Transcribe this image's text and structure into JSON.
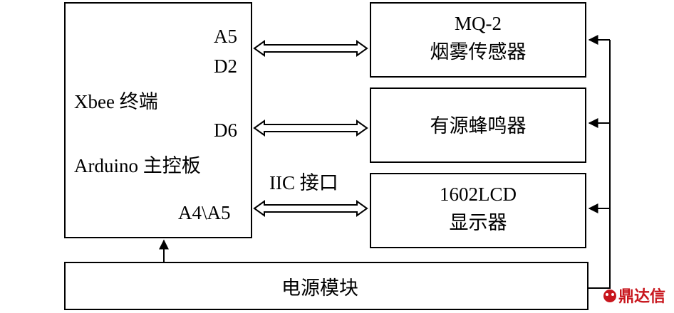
{
  "controller": {
    "line1": "Xbee 终端",
    "line2": "Arduino 主控板",
    "pins": {
      "a5": "A5",
      "d2": "D2",
      "d6": "D6",
      "a4a5": "A4\\A5"
    }
  },
  "bus_label": "IIC 接口",
  "modules": {
    "smoke": {
      "line1": "MQ-2",
      "line2": "烟雾传感器"
    },
    "buzzer": {
      "line1": "有源蜂鸣器"
    },
    "lcd": {
      "line1": "1602LCD",
      "line2": "显示器"
    }
  },
  "power": {
    "label": "电源模块"
  },
  "watermark": {
    "text": "鼎达信"
  }
}
